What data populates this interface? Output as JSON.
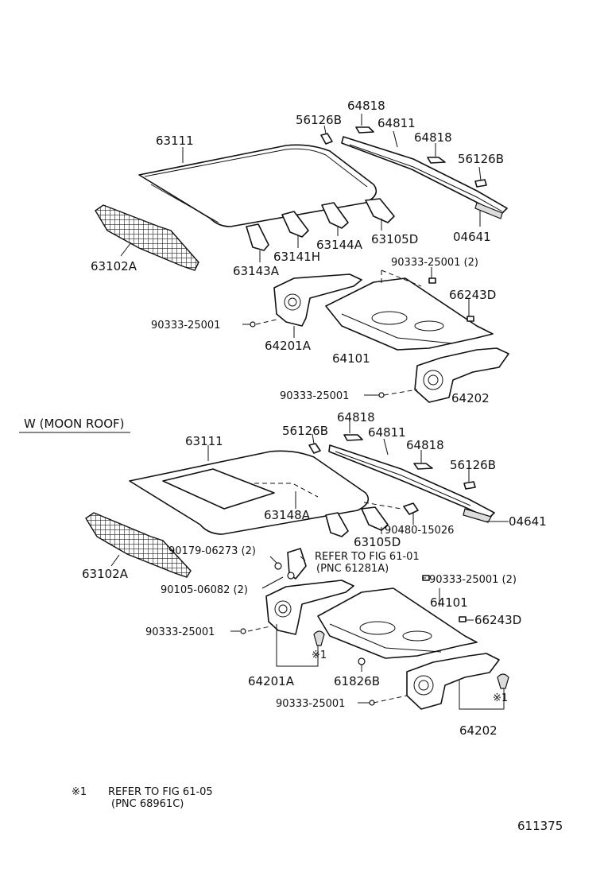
{
  "upper": {
    "labels": {
      "p64818_top": "64818",
      "p56126B_top": "56126B",
      "p64811": "64811",
      "p63111": "63111",
      "p64818_b": "64818",
      "p56126B_b": "56126B",
      "p63102A": "63102A",
      "p63144A": "63144A",
      "p63105D": "63105D",
      "p04641": "04641",
      "p63141H": "63141H",
      "p63143A": "63143A",
      "bolt_90333_2": "90333-25001 (2)",
      "p66243D": "66243D",
      "bolt_90333_left": "90333-25001",
      "p64201A": "64201A",
      "p64101": "64101",
      "bolt_90333_bottom": "90333-25001",
      "p64202": "64202"
    }
  },
  "section_title": "W (MOON ROOF)",
  "lower": {
    "labels": {
      "p64818_top": "64818",
      "p63111": "63111",
      "p56126B_top": "56126B",
      "p64811": "64811",
      "p64818_b": "64818",
      "p56126B_b": "56126B",
      "p63148A": "63148A",
      "p90480": "90480-15026",
      "p04641": "04641",
      "p63105D": "63105D",
      "p90179": "90179-06273 (2)",
      "refer_61_01": "REFER TO FIG 61-01",
      "pnc_61281A": "(PNC 61281A)",
      "p63102A": "63102A",
      "bolt_90333_2": "90333-25001 (2)",
      "p90105": "90105-06082 (2)",
      "p64101": "64101",
      "bolt_90333_left": "90333-25001",
      "p66243D": "66243D",
      "note_mark_a": "※1",
      "p64201A": "64201A",
      "p61826B": "61826B",
      "bolt_90333_bottom": "90333-25001",
      "note_mark_b": "※1",
      "p64202": "64202"
    }
  },
  "footnote": {
    "mark": "※1",
    "line1": "REFER TO FIG 61-05",
    "line2": "(PNC 68961C)"
  },
  "figure_number": "611375"
}
